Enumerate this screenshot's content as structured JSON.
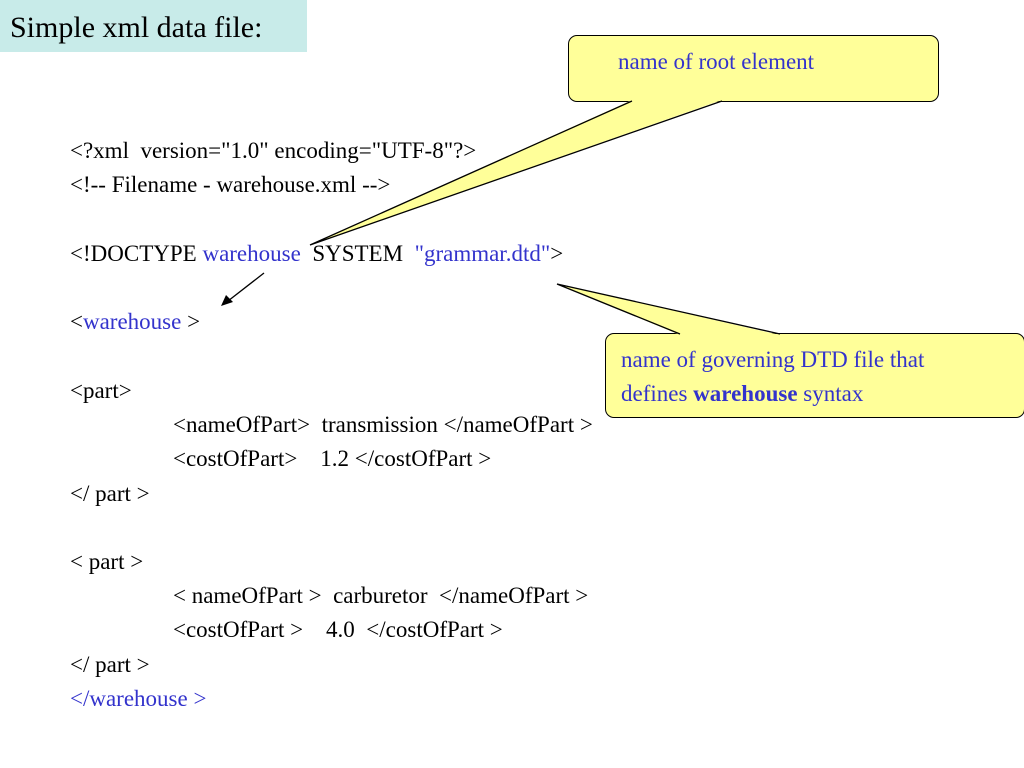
{
  "title": "Simple xml data file:",
  "code": {
    "line1": "<?xml  version=\"1.0\" encoding=\"UTF-8\"?>",
    "line2": "<!-- Filename - warehouse.xml -->",
    "doctype": {
      "prefix": "<!DOCTYPE ",
      "root": "warehouse",
      "system": "  SYSTEM  ",
      "dtd": "\"grammar.dtd\"",
      "suffix": ">"
    },
    "open_root": {
      "lt": "<",
      "name": "warehouse",
      "gt": " >"
    },
    "part1": {
      "open": "<part>",
      "name_line": "<nameOfPart>  transmission </nameOfPart >",
      "cost_line": "<costOfPart>    1.2 </costOfPart >",
      "close": "</ part >"
    },
    "part2": {
      "open": "< part >",
      "name_line": "< nameOfPart >  carburetor  </nameOfPart >",
      "cost_line": "<costOfPart >    4.0  </costOfPart >",
      "close": "</ part >"
    },
    "close_root": "</warehouse >"
  },
  "callouts": {
    "root": {
      "text": "name of root element"
    },
    "dtd": {
      "line1": "name of governing DTD file that",
      "line2_prefix": "defines ",
      "line2_bold": "warehouse",
      "line2_suffix": " syntax"
    }
  },
  "colors": {
    "title_bg": "#c8ebe9",
    "callout_bg": "#ffff99",
    "accent_blue": "#3333cc"
  }
}
